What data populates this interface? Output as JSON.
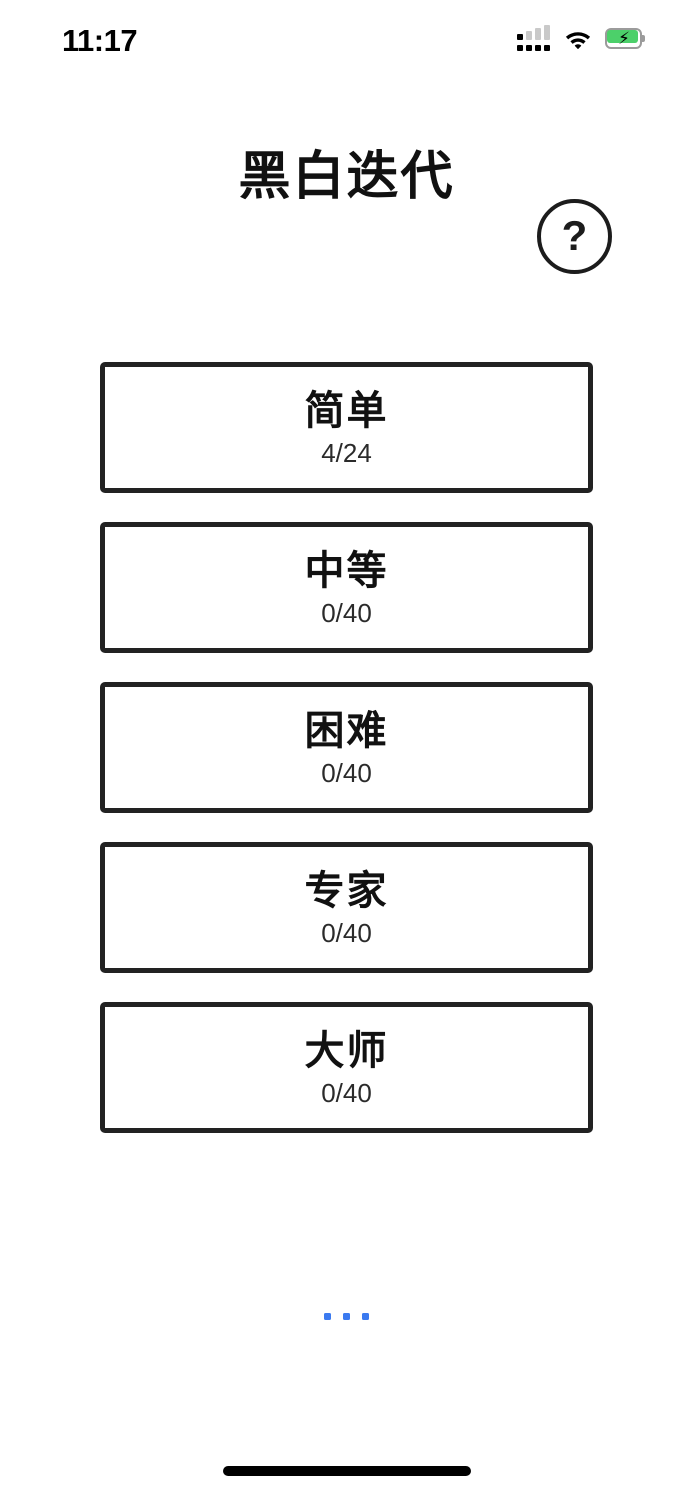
{
  "status_bar": {
    "time": "11:17",
    "signal_icon": "cellular-signal-icon",
    "wifi_icon": "wifi-icon",
    "battery_icon": "battery-charging-icon",
    "battery_charging": true,
    "battery_color": "#4cd06a"
  },
  "header": {
    "title": "黑白迭代",
    "help_icon": "question-mark-icon",
    "help_label": "?"
  },
  "levels": [
    {
      "name": "简单",
      "progress": "4/24",
      "solved": 4,
      "total": 24
    },
    {
      "name": "中等",
      "progress": "0/40",
      "solved": 0,
      "total": 40
    },
    {
      "name": "困难",
      "progress": "0/40",
      "solved": 0,
      "total": 40
    },
    {
      "name": "专家",
      "progress": "0/40",
      "solved": 0,
      "total": 40
    },
    {
      "name": "大师",
      "progress": "0/40",
      "solved": 0,
      "total": 40
    }
  ],
  "footer": {
    "more_icon": "more-dots-icon",
    "more_dots_color": "#3b7af0",
    "dot_count": 3
  },
  "theme": {
    "background": "#ffffff",
    "border": "#222222",
    "text": "#111111",
    "accent": "#3b7af0"
  }
}
